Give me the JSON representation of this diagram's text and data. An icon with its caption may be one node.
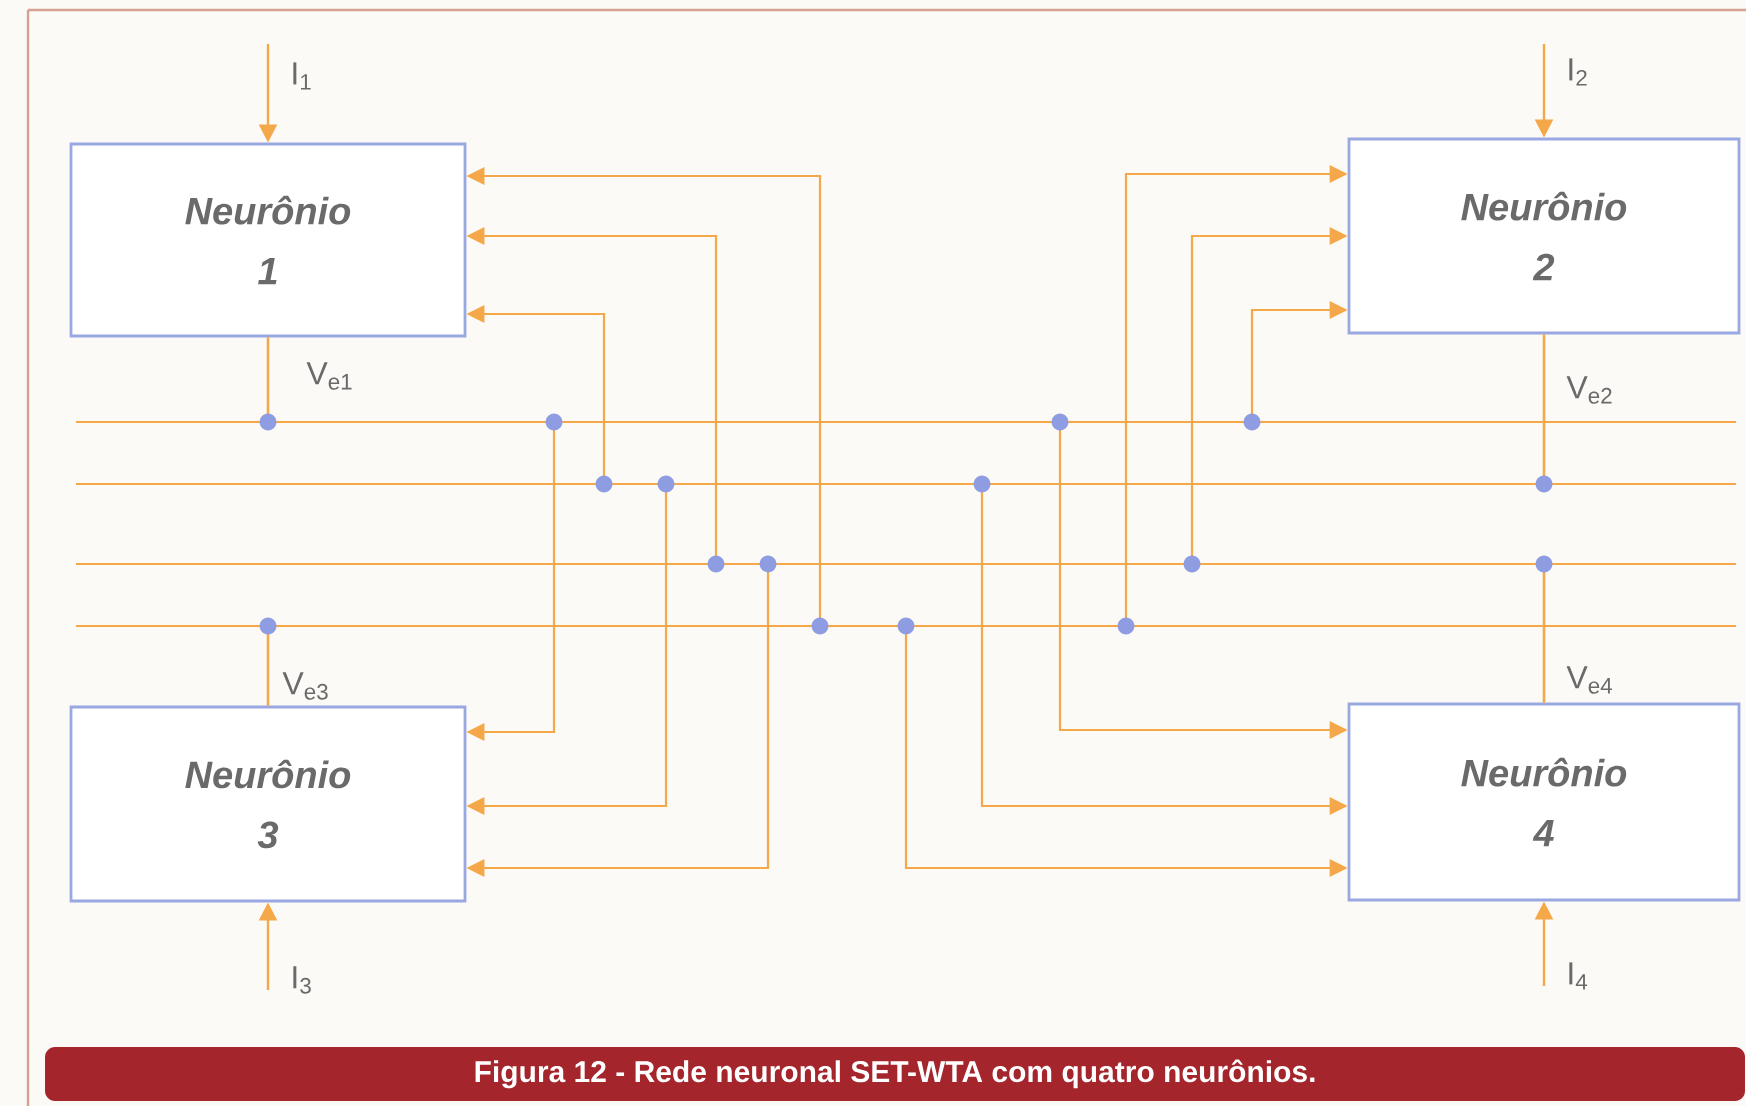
{
  "diagram": {
    "caption": "Figura 12 - Rede neuronal SET-WTA com quatro neurônios.",
    "nodes": [
      {
        "text": [
          "Neurônio 1"
        ],
        "beside": [
          "V$_{e1}$"
        ]
      },
      {
        "text": [
          "Neurônio 2"
        ],
        "beside": [
          "V$_{e2}$"
        ]
      },
      {
        "text": [
          "Neurônio 3"
        ],
        "beside": [
          "V$_{e3}$"
        ]
      },
      {
        "text": [
          "Neurônio 4"
        ],
        "beside": [
          "V$_{e4}$"
        ]
      }
    ],
    "edges": [
      {
        "from": null,
        "to": 0,
        "arrow": "to",
        "label": "I$_{1}$"
      },
      {
        "from": null,
        "to": 1,
        "arrow": "to",
        "label": "I$_{2}$"
      },
      {
        "from": null,
        "to": 2,
        "arrow": "to",
        "label": "I$_{3}$"
      },
      {
        "from": null,
        "to": 3,
        "arrow": "to",
        "label": "I$_{4}$"
      },
      {
        "from": 0,
        "to": 1,
        "arrow": "to"
      },
      {
        "from": 0,
        "to": 2,
        "arrow": "to"
      },
      {
        "from": 0,
        "to": 3,
        "arrow": "to"
      },
      {
        "from": 1,
        "to": 0,
        "arrow": "to"
      },
      {
        "from": 1,
        "to": 2,
        "arrow": "to"
      },
      {
        "from": 1,
        "to": 3,
        "arrow": "to"
      },
      {
        "from": 2,
        "to": 0,
        "arrow": "to"
      },
      {
        "from": 2,
        "to": 1,
        "arrow": "to"
      },
      {
        "from": 2,
        "to": 3,
        "arrow": "to"
      },
      {
        "from": 3,
        "to": 0,
        "arrow": "to"
      },
      {
        "from": 3,
        "to": 1,
        "arrow": "to"
      },
      {
        "from": 3,
        "to": 2,
        "arrow": "to"
      }
    ]
  }
}
